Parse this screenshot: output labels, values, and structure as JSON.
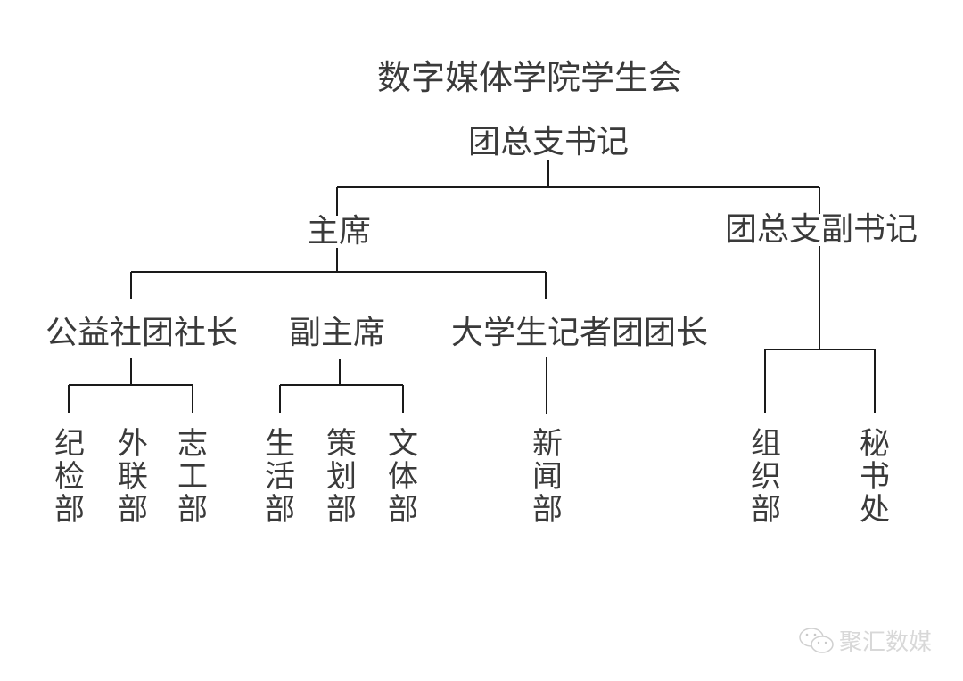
{
  "title": "数字媒体学院学生会",
  "root": "团总支书记",
  "level1": {
    "chair": "主席",
    "deputy_secretary": "团总支副书记"
  },
  "level2": {
    "welfare_head": "公益社团社长",
    "vice_chair": "副主席",
    "reporter_head": "大学生记者团团长"
  },
  "departments": {
    "welfare": [
      {
        "chars": [
          "纪",
          "检",
          "部"
        ]
      },
      {
        "chars": [
          "外",
          "联",
          "部"
        ]
      },
      {
        "chars": [
          "志",
          "工",
          "部"
        ]
      }
    ],
    "vice_chair": [
      {
        "chars": [
          "生",
          "活",
          "部"
        ]
      },
      {
        "chars": [
          "策",
          "划",
          "部"
        ]
      },
      {
        "chars": [
          "文",
          "体",
          "部"
        ]
      }
    ],
    "reporter": [
      {
        "chars": [
          "新",
          "闻",
          "部"
        ]
      }
    ],
    "deputy_secretary": [
      {
        "chars": [
          "组",
          "织",
          "部"
        ]
      },
      {
        "chars": [
          "秘",
          "书",
          "处"
        ]
      }
    ]
  },
  "watermark": {
    "icon": "wechat-icon",
    "text": "聚汇数媒"
  }
}
